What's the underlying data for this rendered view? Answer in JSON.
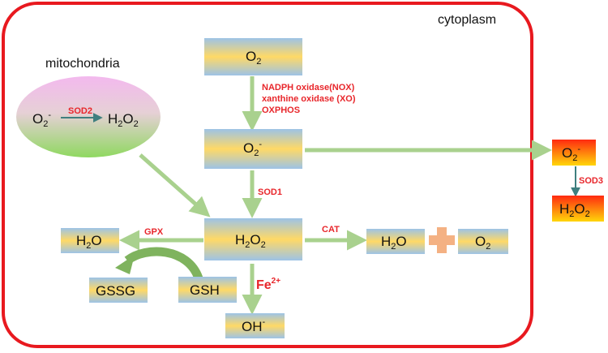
{
  "regions": {
    "cytoplasm": "cytoplasm",
    "mitochondria": "mitochondria"
  },
  "nodes": {
    "o2_top": {
      "base": "O",
      "sub": "2",
      "sup": ""
    },
    "o2_minus": {
      "base": "O",
      "sub": "2",
      "sup": "-"
    },
    "h2o2_center": {
      "base": "H",
      "sub": "2",
      "mid": "O",
      "sub2": "2"
    },
    "h2o_left": {
      "base": "H",
      "sub": "2",
      "mid": "O"
    },
    "h2o_right": {
      "base": "H",
      "sub": "2",
      "mid": "O"
    },
    "o2_right": {
      "base": "O",
      "sub": "2"
    },
    "gssg": "GSSG",
    "gsh": "GSH",
    "oh": {
      "base": "OH",
      "sup": "-"
    },
    "o2_ext": {
      "base": "O",
      "sub": "2",
      "sup": "-"
    },
    "h2o2_ext": {
      "base": "H",
      "sub": "2",
      "mid": "O",
      "sub2": "2"
    },
    "mito_o2": {
      "base": "O",
      "sub": "2",
      "sup": "-"
    },
    "mito_h2o2": {
      "base": "H",
      "sub": "2",
      "mid": "O",
      "sub2": "2"
    }
  },
  "enzymes": {
    "nox": "NADPH oxidase(NOX)",
    "xo": "xanthine oxidase (XO)",
    "oxphos": "OXPHOS",
    "sod1": "SOD1",
    "sod2": "SOD2",
    "sod3": "SOD3",
    "gpx": "GPX",
    "cat": "CAT",
    "fe": {
      "base": "Fe",
      "sup": "2+"
    }
  },
  "colors": {
    "cell_border": "#e8191f",
    "arrow": "#a9d18e",
    "enzyme_text": "#e8262b",
    "plus": "#f4b183",
    "node_blue": "#9dc3e6",
    "node_yellow": "#ffd966"
  }
}
